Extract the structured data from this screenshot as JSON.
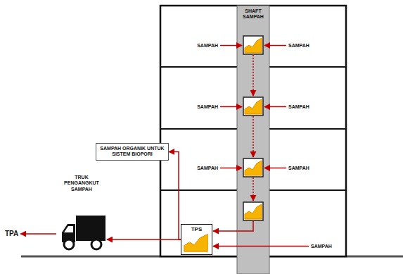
{
  "diagram": {
    "nodes": [
      {
        "text": [
          "SHAFT SAMPAH"
        ]
      },
      {
        "text": [
          "SAMPAH ORGANIK UNTUK SISTEM BIOPORI"
        ]
      },
      {
        "text": [
          "TRUK PENGANGKUT SAMPAH"
        ]
      },
      {
        "text": [
          "TPS"
        ]
      },
      {
        "text": [
          "TPA"
        ]
      }
    ],
    "edges": [
      {
        "from": 3,
        "to": 2,
        "arrow": "to"
      },
      {
        "from": 3,
        "to": 1,
        "arrow": "to"
      },
      {
        "from": 2,
        "to": 4,
        "arrow": "to"
      }
    ],
    "labels": [
      "SAMPAH",
      "SAMPAH",
      "SAMPAH",
      "SAMPAH",
      "SAMPAH",
      "SAMPAH",
      "SAMPAH"
    ]
  }
}
